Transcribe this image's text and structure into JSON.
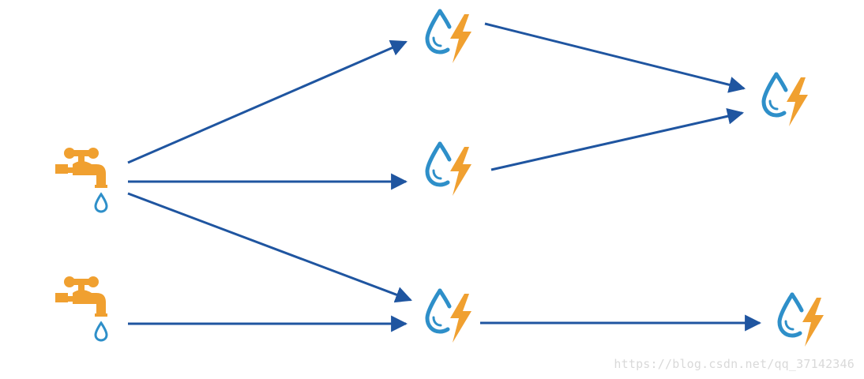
{
  "diagram": {
    "sources": [
      {
        "id": "tap-1",
        "icon": "water-tap-icon"
      },
      {
        "id": "tap-2",
        "icon": "water-tap-icon"
      }
    ],
    "nodes": [
      {
        "id": "node-top",
        "icon": "water-energy-icon"
      },
      {
        "id": "node-middle",
        "icon": "water-energy-icon"
      },
      {
        "id": "node-bottom",
        "icon": "water-energy-icon"
      },
      {
        "id": "node-right-top",
        "icon": "water-energy-icon"
      },
      {
        "id": "node-right-bottom",
        "icon": "water-energy-icon"
      }
    ],
    "edges": [
      {
        "from": "tap-1",
        "to": "node-top"
      },
      {
        "from": "tap-1",
        "to": "node-middle"
      },
      {
        "from": "tap-1",
        "to": "node-bottom"
      },
      {
        "from": "tap-2",
        "to": "node-bottom"
      },
      {
        "from": "node-top",
        "to": "node-right-top"
      },
      {
        "from": "node-middle",
        "to": "node-right-top"
      },
      {
        "from": "node-bottom",
        "to": "node-right-bottom"
      }
    ],
    "colors": {
      "arrow": "#1f55a0",
      "tap": "#f0a030",
      "drop": "#2e8fc9",
      "bolt": "#f0a030"
    }
  },
  "watermark": "https://blog.csdn.net/qq_37142346"
}
